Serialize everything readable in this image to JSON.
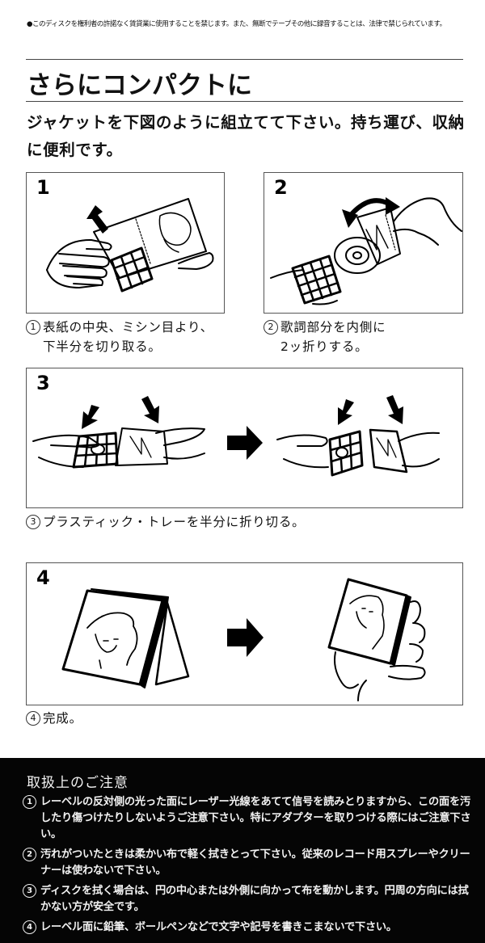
{
  "notice": "●このディスクを権利者の許諾なく賃貸業に使用することを禁じます。また、無断でテープその他に録音することは、法律で禁じられています。",
  "title": "さらにコンパクトに",
  "intro": "ジャケットを下図のように組立てて下さい。持ち運び、収納に便利です。",
  "steps": [
    {
      "number": "1",
      "marker": "1",
      "caption_line1": "表紙の中央、ミシン目より、",
      "caption_line2": "下半分を切り取る。",
      "illustration": "hands-tearing-jacket-along-perforation"
    },
    {
      "number": "2",
      "marker": "2",
      "caption_line1": "歌詞部分を内側に",
      "caption_line2": "2ッ折りする。",
      "illustration": "folding-lyrics-booklet-inward"
    },
    {
      "number": "3",
      "marker": "3",
      "caption_line1": "プラスティック・トレーを半分に折り切る。",
      "caption_line2": "",
      "illustration": "snapping-plastic-tray-in-half"
    },
    {
      "number": "4",
      "marker": "4",
      "caption_line1": "完成。",
      "caption_line2": "",
      "illustration": "finished-compact-case"
    }
  ],
  "footer": {
    "title": "取扱上のご注意",
    "items": [
      {
        "marker": "1",
        "text": "レーベルの反対側の光った面にレーザー光線をあてて信号を読みとりますから、この面を汚したり傷つけたりしないようご注意下さい。特にアダプターを取りつける際にはご注意下さい。"
      },
      {
        "marker": "2",
        "text": "汚れがついたときは柔かい布で軽く拭きとって下さい。従来のレコード用スプレーやクリーナーは使わないで下さい。"
      },
      {
        "marker": "3",
        "text": "ディスクを拭く場合は、円の中心または外側に向かって布を動かします。円周の方向には拭かない方が安全です。"
      },
      {
        "marker": "4",
        "text": "レーベル面に鉛筆、ボールペンなどで文字や記号を書きこまないで下さい。"
      }
    ]
  },
  "colors": {
    "ink": "#111111",
    "paper": "#ffffff",
    "footer_background": "#050505",
    "footer_text": "#f2f2f2"
  }
}
